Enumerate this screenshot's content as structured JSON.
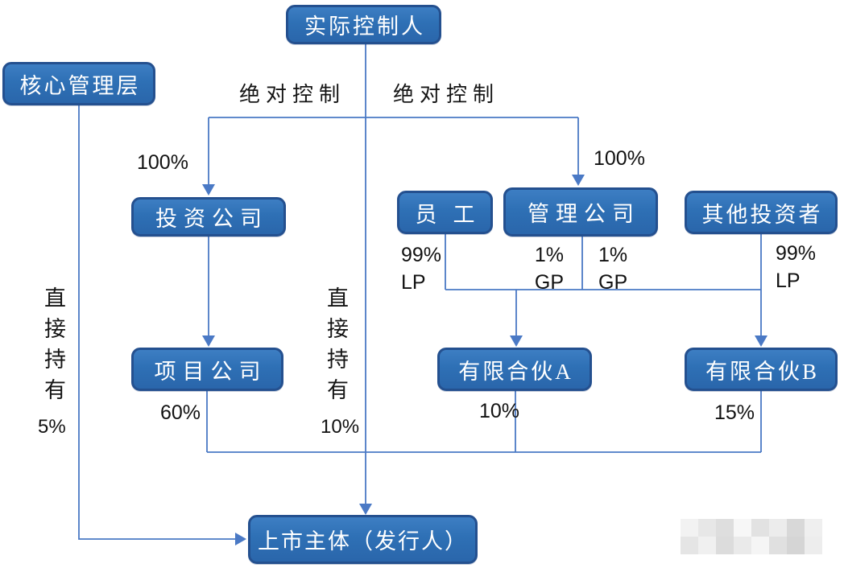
{
  "diagram": {
    "nodes": {
      "actual_controller": {
        "label": "实际控制人"
      },
      "core_management": {
        "label": "核心管理层"
      },
      "investment_company": {
        "label": "投资公司"
      },
      "employees": {
        "label": "员工"
      },
      "management_company": {
        "label": "管理公司"
      },
      "other_investors": {
        "label": "其他投资者"
      },
      "project_company": {
        "label": "项目公司"
      },
      "limited_partnership_a": {
        "label": "有限合伙A"
      },
      "limited_partnership_b": {
        "label": "有限合伙B"
      },
      "listed_entity": {
        "label": "上市主体（发行人）"
      }
    },
    "edge_labels": {
      "absolute_control_left": "绝对控制",
      "absolute_control_right": "绝对控制",
      "pct_100_left": "100%",
      "pct_100_right": "100%",
      "employees_stake": {
        "pct": "99%",
        "role": "LP"
      },
      "mgmt_stake_a": {
        "pct": "1%",
        "role": "GP"
      },
      "mgmt_stake_b": {
        "pct": "1%",
        "role": "GP"
      },
      "other_investors_stake": {
        "pct": "99%",
        "role": "LP"
      },
      "direct_holding_left": {
        "text": "直接持有",
        "pct": "5%"
      },
      "direct_holding_right": {
        "text": "直接持有",
        "pct": "10%"
      },
      "project_company_pct": "60%",
      "partnership_a_pct": "10%",
      "partnership_b_pct": "15%"
    },
    "colors": {
      "box_fill": "#2E70B5",
      "box_border": "#24508F",
      "line": "#4A79C5",
      "box_text": "#FFFFFF",
      "label_text": "#141414"
    }
  }
}
